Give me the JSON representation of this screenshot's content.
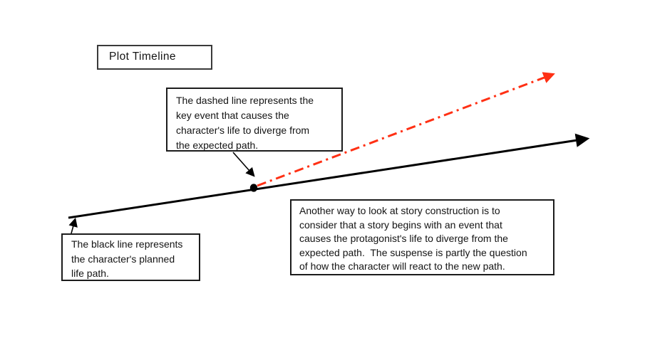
{
  "title_box": {
    "label": "Plot Timeline"
  },
  "callouts": {
    "dashed_line": {
      "text": "The dashed line represents the\nkey event that causes the\ncharacter's life to diverge from\nthe expected path."
    },
    "black_line": {
      "text": "The black line represents\nthe character's planned\nlife path."
    },
    "story_construction": {
      "text": "Another way to look at story construction is to\nconsider that a story begins with an event that\ncauses the protagonist's life to diverge from the\nexpected path.  The suspense is partly the question\nof how the character will react to the new path."
    }
  },
  "diagram": {
    "planned_path_color": "#000000",
    "divergent_path_color": "#FF3014",
    "event_dot_color": "#000000",
    "pointer_color": "#000000"
  }
}
